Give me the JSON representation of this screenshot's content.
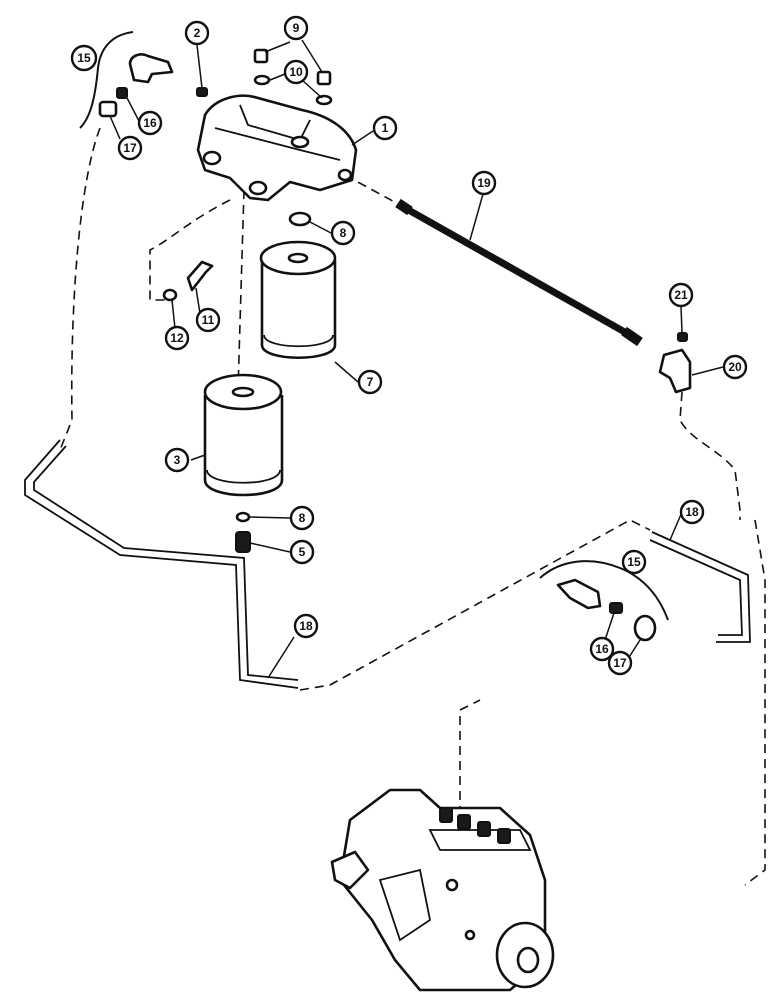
{
  "callouts": [
    {
      "id": "c-1",
      "label": "1"
    },
    {
      "id": "c-2",
      "label": "2"
    },
    {
      "id": "c-9a",
      "label": "9"
    },
    {
      "id": "c-10",
      "label": "10"
    },
    {
      "id": "c-15a",
      "label": "15"
    },
    {
      "id": "c-16a",
      "label": "16"
    },
    {
      "id": "c-17a",
      "label": "17"
    },
    {
      "id": "c-19",
      "label": "19"
    },
    {
      "id": "c-8a",
      "label": "8"
    },
    {
      "id": "c-12",
      "label": "12"
    },
    {
      "id": "c-11",
      "label": "11"
    },
    {
      "id": "c-7",
      "label": "7"
    },
    {
      "id": "c-21",
      "label": "21"
    },
    {
      "id": "c-20",
      "label": "20"
    },
    {
      "id": "c-3",
      "label": "3"
    },
    {
      "id": "c-8b",
      "label": "8"
    },
    {
      "id": "c-5",
      "label": "5"
    },
    {
      "id": "c-18a",
      "label": "18"
    },
    {
      "id": "c-18b",
      "label": "18"
    },
    {
      "id": "c-15b",
      "label": "15"
    },
    {
      "id": "c-16b",
      "label": "16"
    },
    {
      "id": "c-17b",
      "label": "17"
    }
  ]
}
